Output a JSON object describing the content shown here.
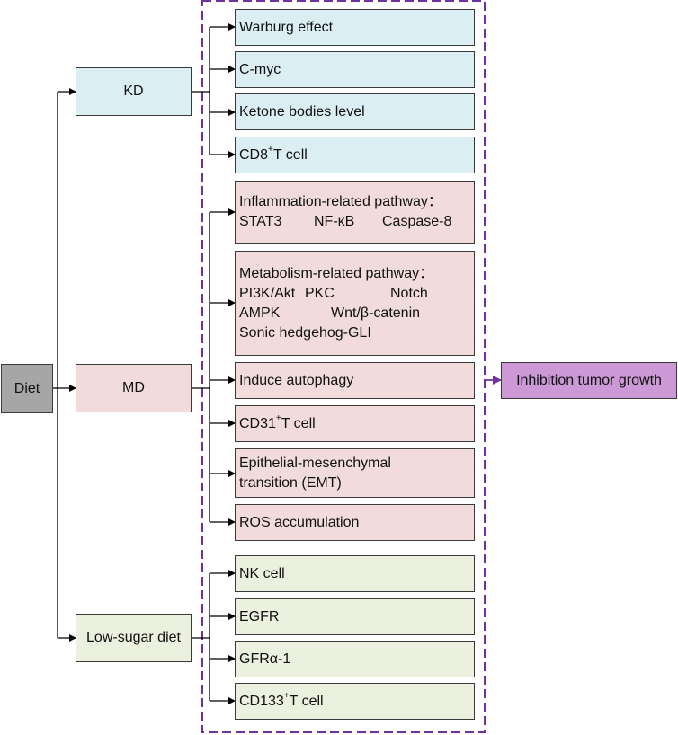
{
  "diet": "Diet",
  "groups": {
    "kd": "KD",
    "md": "MD",
    "lowsugar": "Low-sugar diet"
  },
  "kd_items": {
    "warburg": "Warburg effect",
    "cmyc": "C-myc",
    "ketone": "Ketone bodies level",
    "cd8_pre": "CD8",
    "cd8_sup": "+",
    "cd8_post": "T cell"
  },
  "md_items": {
    "inflam_title": "Inflammation-related pathway：",
    "inflam_1": "STAT3",
    "inflam_2": "NF-κB",
    "inflam_3": "Caspase-8",
    "metab_title": "Metabolism-related pathway：",
    "metab_1": "PI3K/Akt",
    "metab_2": "PKC",
    "metab_3": "Notch",
    "metab_4": "AMPK",
    "metab_5": "Wnt/β-catenin",
    "metab_6": "Sonic hedgehog-GLI",
    "autophagy": "Induce autophagy",
    "cd31_pre": "CD31",
    "cd31_sup": "+",
    "cd31_post": "T cell",
    "emt_1": "Epithelial-mesenchymal",
    "emt_2": "transition (EMT)",
    "ros": "ROS accumulation"
  },
  "ls_items": {
    "nk": "NK cell",
    "egfr": "EGFR",
    "gfra": "GFRα-1",
    "cd133_pre": "CD133",
    "cd133_sup": "+",
    "cd133_post": "T cell"
  },
  "outcome": "Inhibition tumor growth",
  "colors": {
    "kd_fill": "#dbeef4",
    "md_fill": "#f2dcdb",
    "lowsugar_fill": "#ebf1de",
    "diet_fill": "#a6a6a6",
    "outcome_fill": "#cc99d6",
    "dashed_border": "#7030a0"
  }
}
